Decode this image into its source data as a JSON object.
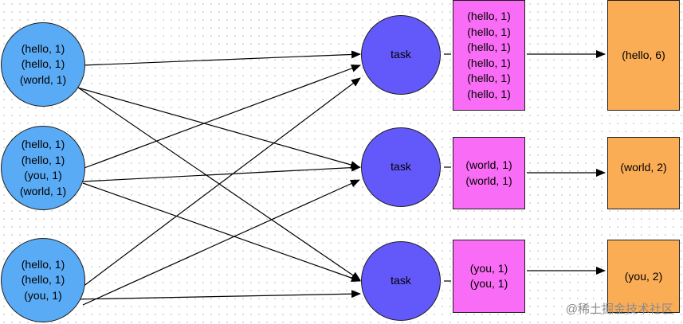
{
  "inputs": [
    {
      "lines": [
        "(hello, 1)",
        "(hello, 1)",
        "(world, 1)"
      ]
    },
    {
      "lines": [
        "(hello, 1)",
        "(hello, 1)",
        "(you, 1)",
        "(world, 1)"
      ]
    },
    {
      "lines": [
        "(hello, 1)",
        "(hello, 1)",
        "(you, 1)"
      ]
    }
  ],
  "tasks": [
    {
      "label": "task"
    },
    {
      "label": "task"
    },
    {
      "label": "task"
    }
  ],
  "groups": [
    {
      "lines": [
        "(hello, 1)",
        "(hello, 1)",
        "(hello, 1)",
        "(hello, 1)",
        "(hello, 1)",
        "(hello, 1)"
      ]
    },
    {
      "lines": [
        "(world, 1)",
        "(world, 1)"
      ]
    },
    {
      "lines": [
        "(you, 1)",
        "(you, 1)"
      ]
    }
  ],
  "results": [
    {
      "label": "(hello, 6)"
    },
    {
      "label": "(world, 2)"
    },
    {
      "label": "(you, 2)"
    }
  ],
  "watermark": "@稀土掘金技术社区",
  "colors": {
    "input_fill": "#5aabf5",
    "task_fill": "#6359fb",
    "group_fill": "#f96cf5",
    "result_fill": "#fbad55",
    "stroke": "#1f1f1f"
  }
}
